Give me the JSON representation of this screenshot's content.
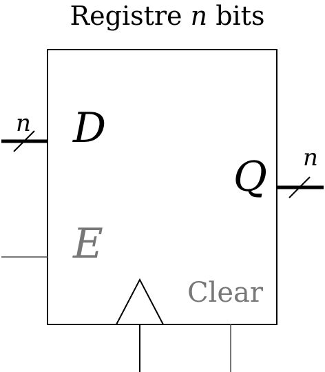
{
  "title": {
    "prefix": "Registre ",
    "var": "n",
    "suffix": " bits"
  },
  "ports": {
    "data_in": {
      "label": "D",
      "width_label": "n"
    },
    "data_out": {
      "label": "Q",
      "width_label": "n"
    },
    "enable": {
      "label": "E"
    },
    "clear": {
      "label": "Clear"
    }
  },
  "colors": {
    "main": "#000000",
    "secondary": "#777777"
  }
}
